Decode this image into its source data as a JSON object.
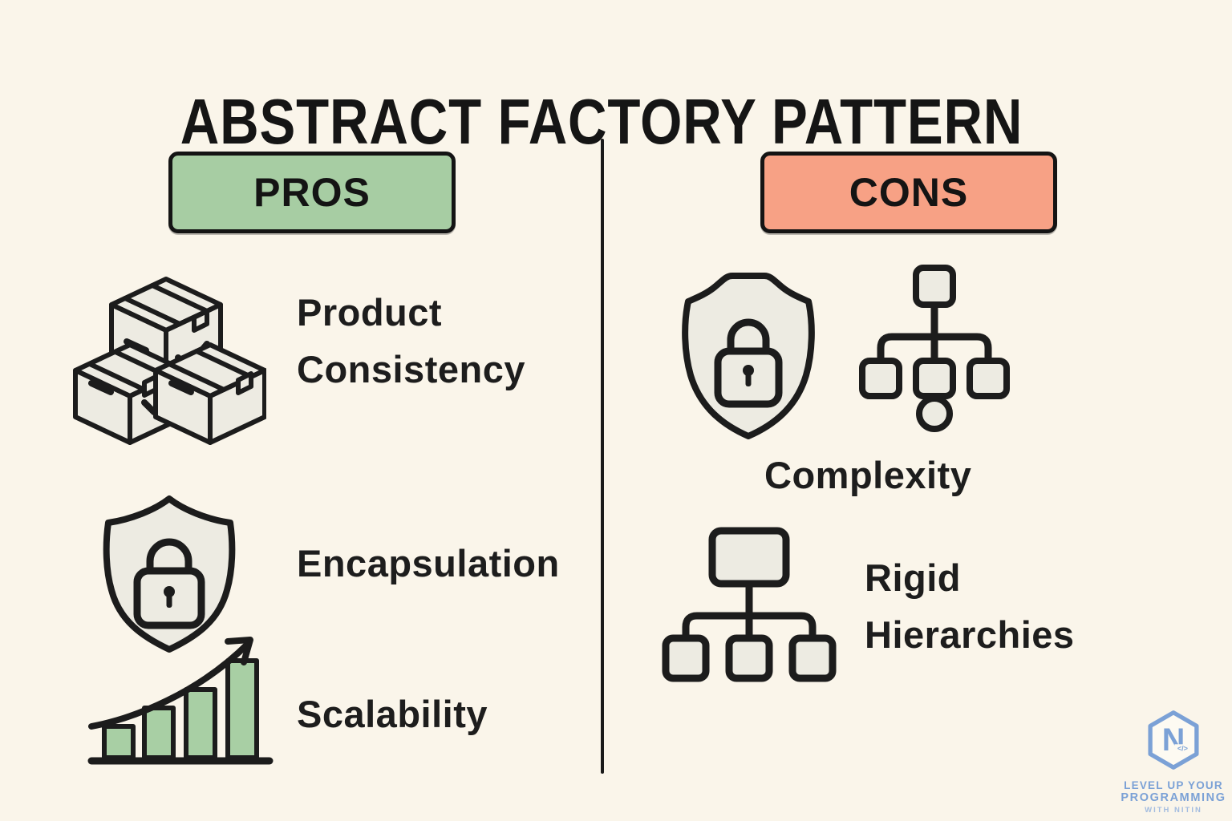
{
  "title": "ABSTRACT FACTORY PATTERN",
  "pros": {
    "label": "PROS",
    "badge_color": "#a7cda3",
    "items": [
      {
        "label": "Product Consistency",
        "icon": "stacked-boxes-checkmarks-icon"
      },
      {
        "label": "Encapsulation",
        "icon": "shield-lock-icon"
      },
      {
        "label": "Scalability",
        "icon": "growth-bar-chart-icon"
      }
    ]
  },
  "cons": {
    "label": "CONS",
    "badge_color": "#f7a185",
    "items": [
      {
        "label": "Complexity",
        "icons": [
          "crest-shield-lock-icon",
          "hierarchy-tree-circle-icon"
        ]
      },
      {
        "label": "Rigid Hierarchies",
        "icon": "org-chart-tree-icon"
      }
    ]
  },
  "logo": {
    "monogram": "N",
    "code_glyph": "</>",
    "tagline_lines": [
      "LEVEL UP YOUR",
      "PROGRAMMING",
      "WITH NITIN"
    ],
    "accent_color": "#7ba1d6"
  },
  "colors": {
    "background": "#faf5ea",
    "text": "#1d1d1d",
    "outline": "#1c1c1c",
    "icon_fill": "#edebe2",
    "bar_green": "#a8cfa4"
  }
}
